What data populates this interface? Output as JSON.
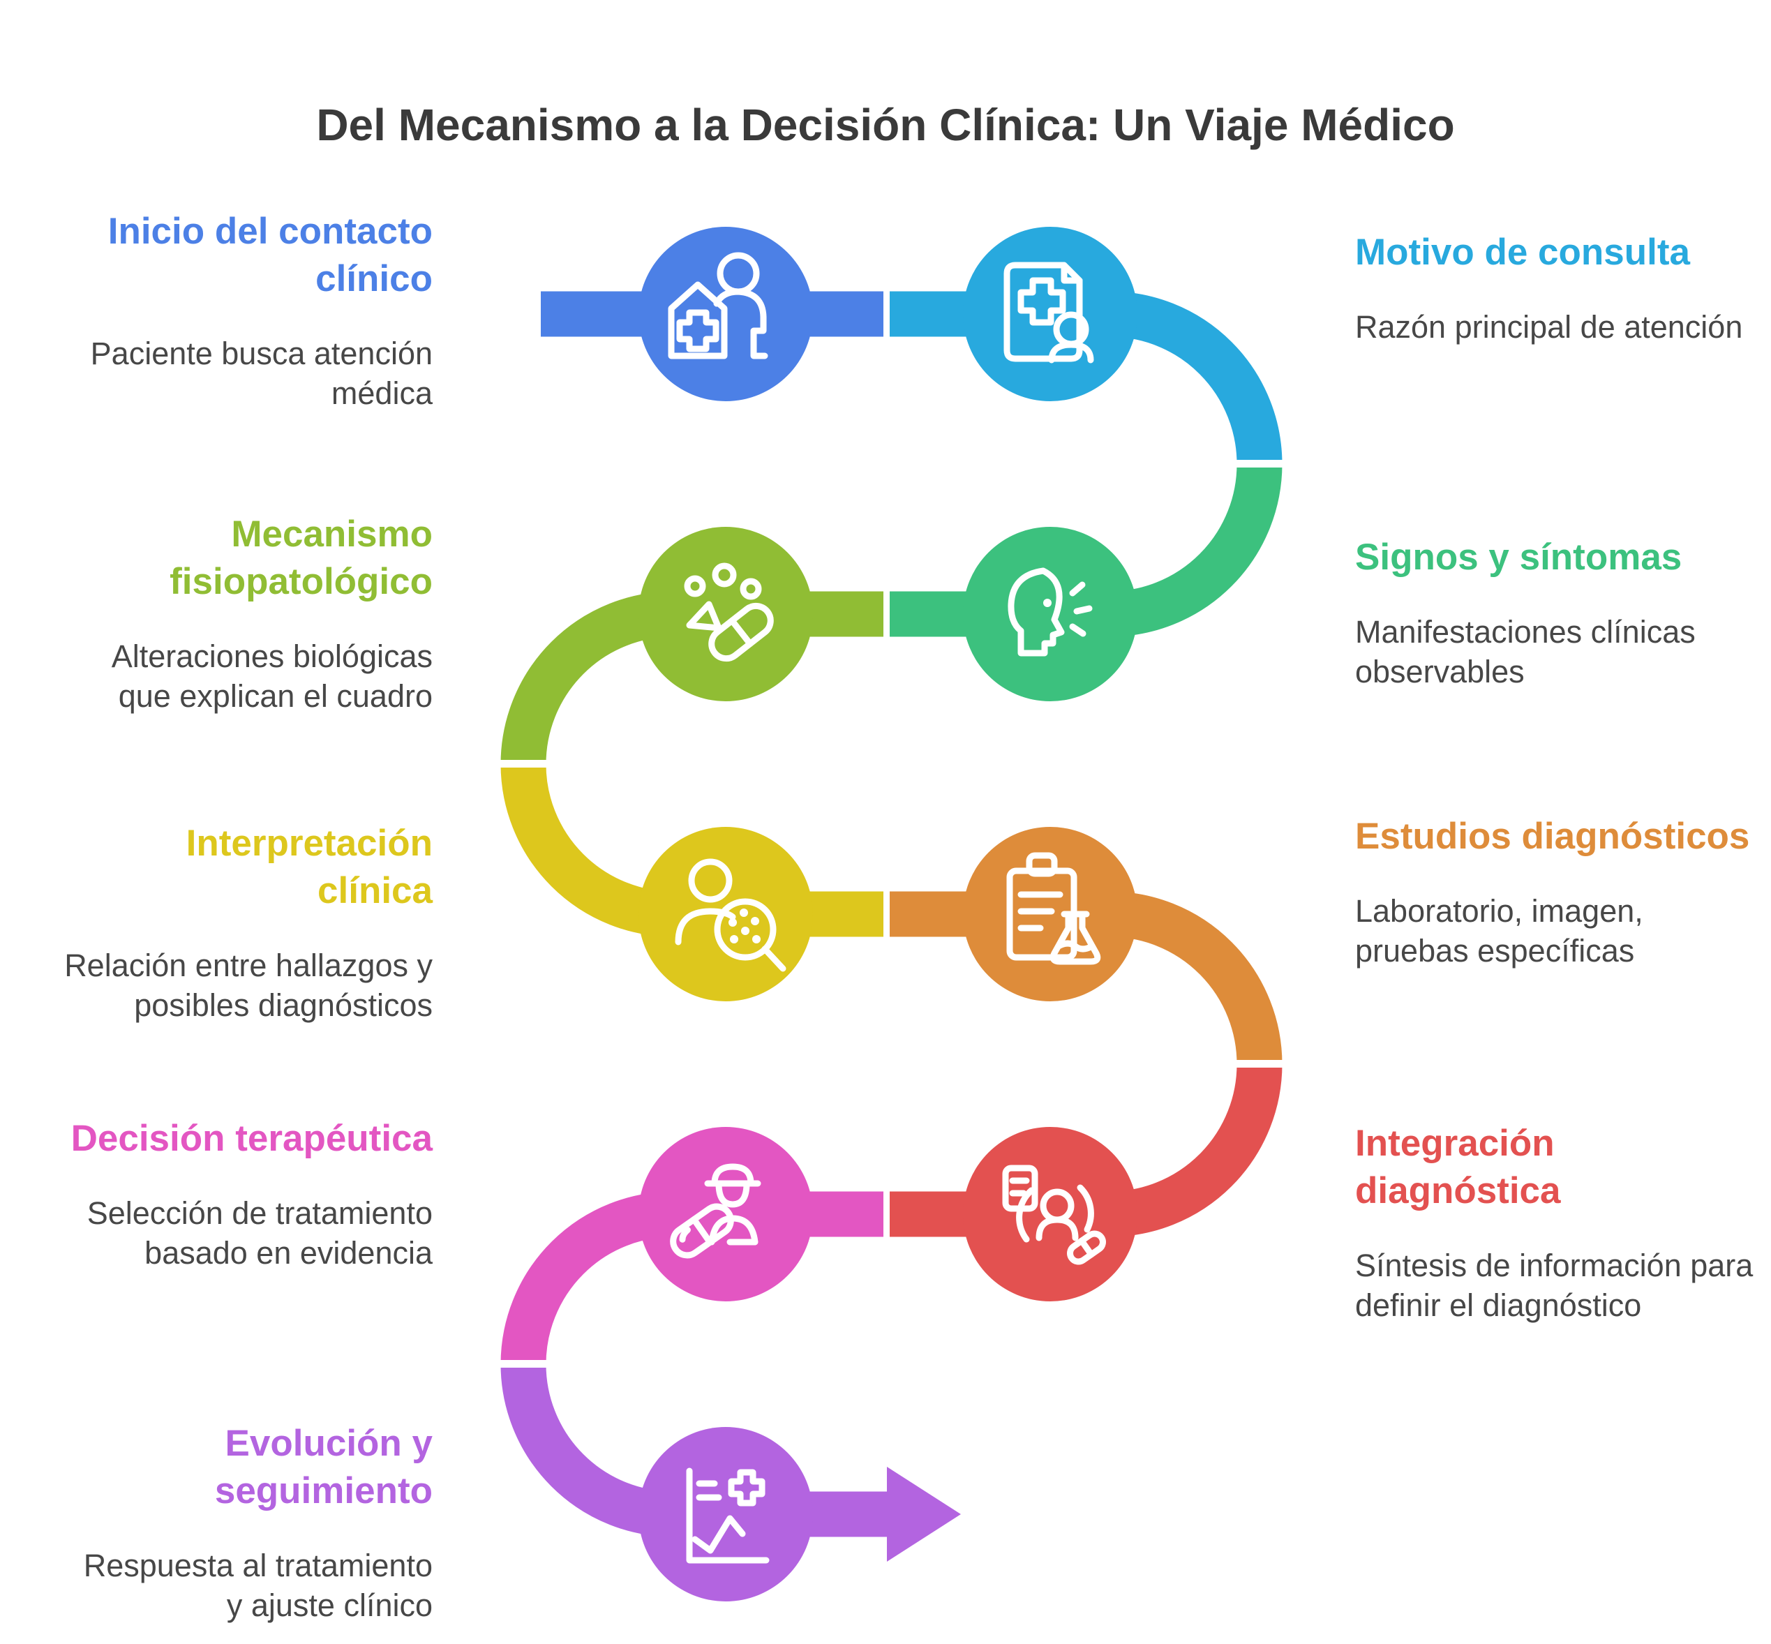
{
  "title": "Del Mecanismo a la Decisión Clínica: Un Viaje Médico",
  "colors": {
    "background": "#ffffff",
    "title_text": "#3a3a3a",
    "description_text": "#474747"
  },
  "steps": [
    {
      "id": 1,
      "side": "left",
      "label": "Inicio del contacto clínico",
      "description": "Paciente busca atención médica",
      "color": "#4c80e6",
      "icon": "clinic-visit-icon"
    },
    {
      "id": 2,
      "side": "right",
      "label": "Motivo de consulta",
      "description": "Razón principal de atención",
      "color": "#28a9de",
      "icon": "medical-document-icon"
    },
    {
      "id": 3,
      "side": "right",
      "label": "Signos y síntomas",
      "description": "Manifestaciones clínicas observables",
      "color": "#3cc17e",
      "icon": "symptoms-head-icon"
    },
    {
      "id": 4,
      "side": "left",
      "label": "Mecanismo fisiopatológico",
      "description": "Alteraciones biológicas que explican el cuadro",
      "color": "#90bd34",
      "icon": "molecules-pill-icon"
    },
    {
      "id": 5,
      "side": "left",
      "label": "Interpretación clínica",
      "description": "Relación entre hallazgos y posibles diagnósticos",
      "color": "#ddc71d",
      "icon": "magnifier-cells-icon"
    },
    {
      "id": 6,
      "side": "right",
      "label": "Estudios diagnósticos",
      "description": "Laboratorio, imagen, pruebas específicas",
      "color": "#de8c3a",
      "icon": "clipboard-flask-icon"
    },
    {
      "id": 7,
      "side": "right",
      "label": "Integración diagnóstica",
      "description": "Síntesis de información para definir el diagnóstico",
      "color": "#e35150",
      "icon": "patient-sync-icon"
    },
    {
      "id": 8,
      "side": "left",
      "label": "Decisión terapéutica",
      "description": "Selección de tratamiento basado en evidencia",
      "color": "#e356c2",
      "icon": "doctor-pill-icon"
    },
    {
      "id": 9,
      "side": "left",
      "label": "Evolución y seguimiento",
      "description": "Respuesta al tratamiento y ajuste clínico",
      "color": "#b364e0",
      "icon": "progress-chart-icon"
    }
  ]
}
